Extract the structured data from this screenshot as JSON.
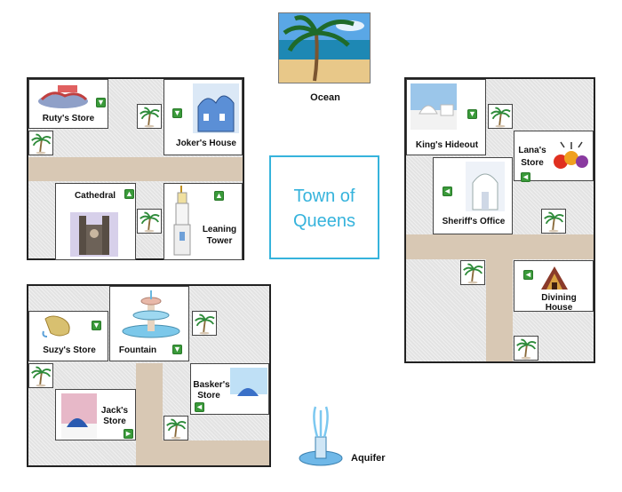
{
  "top": {
    "ocean_label": "Ocean"
  },
  "center": {
    "title_line1": "Town of",
    "title_line2": "Queens"
  },
  "aquifer_label": "Aquifer",
  "block_nw": {
    "ruty": "Ruty's Store",
    "joker": "Joker's House",
    "cathedral": "Cathedral",
    "leaning_1": "Leaning",
    "leaning_2": "Tower"
  },
  "block_e": {
    "king": "King's Hideout",
    "lana_1": "Lana's",
    "lana_2": "Store",
    "sheriff": "Sheriff's Office",
    "divining_1": "Divining",
    "divining_2": "House"
  },
  "block_sw": {
    "suzy": "Suzy's Store",
    "fountain": "Fountain",
    "basker_1": "Basker's",
    "basker_2": "Store",
    "jack_1": "Jack's",
    "jack_2": "Store"
  },
  "icons": {
    "arrow_down": "arrow-down",
    "arrow_up": "arrow-up",
    "arrow_left": "arrow-left",
    "arrow_right": "arrow-right",
    "palm": "palm-tree"
  },
  "colors": {
    "title": "#36b3dc",
    "road": "#d8c8b4",
    "door": "#3a9a3a"
  }
}
